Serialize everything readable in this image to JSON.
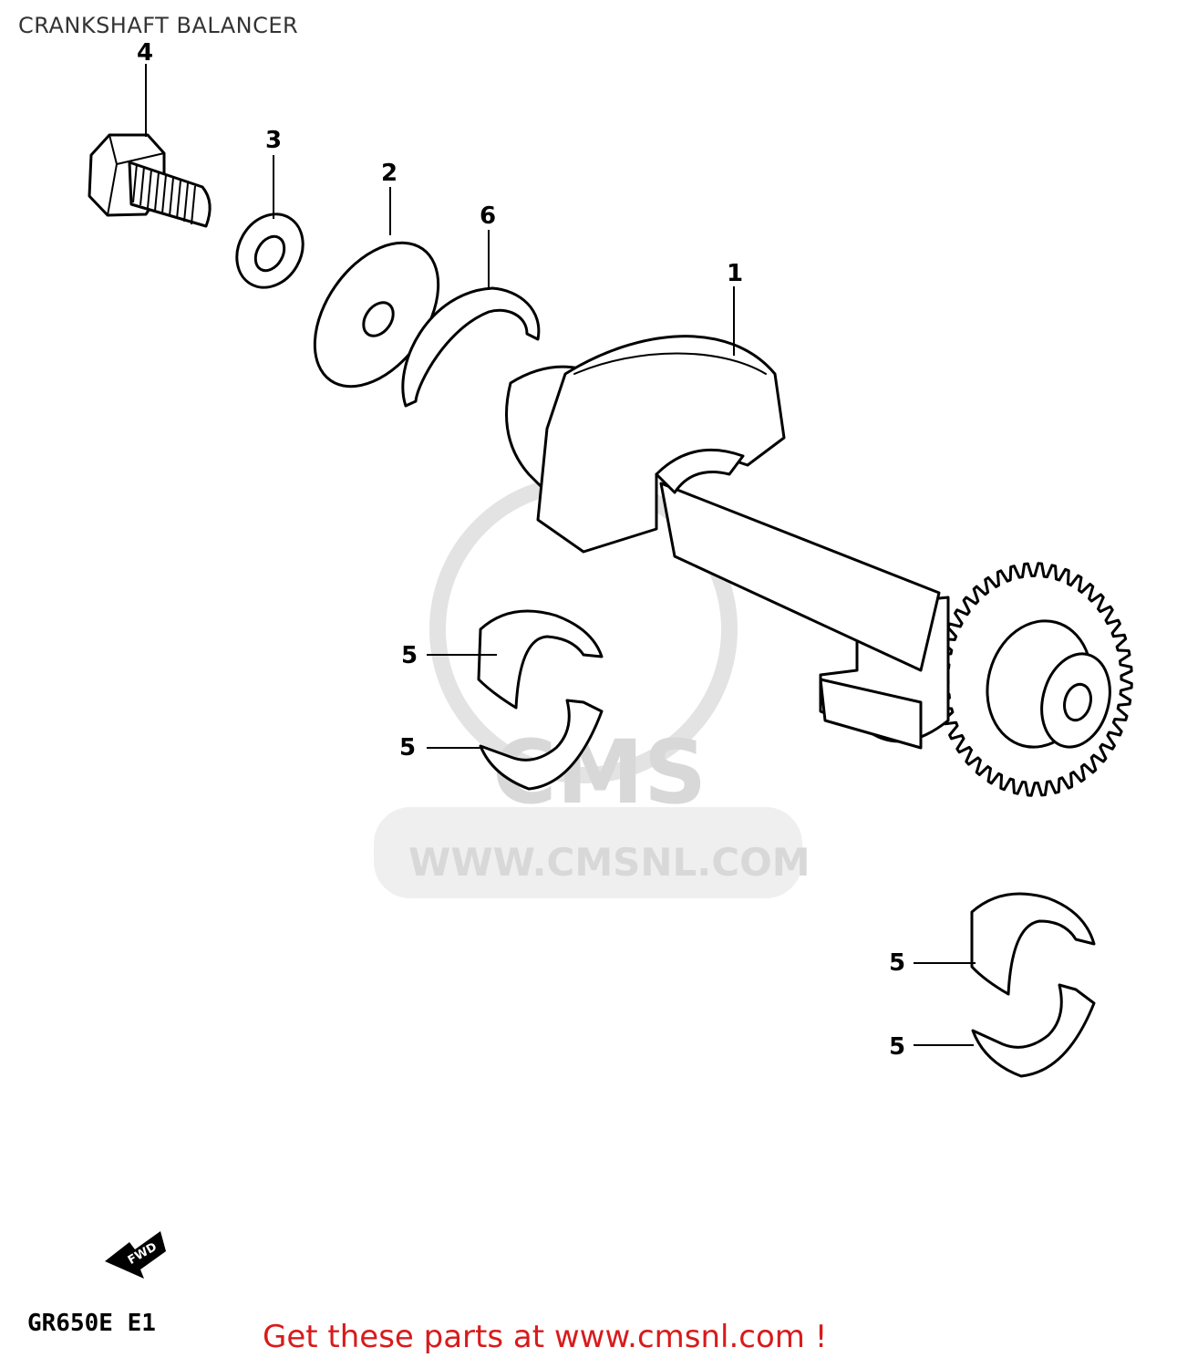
{
  "page": {
    "title": "CRANKSHAFT BALANCER",
    "model_code": "GR650E E1",
    "promo_link": "Get these parts at www.cmsnl.com !",
    "watermark_brand": "CMS",
    "watermark_url": "WWW.CMSNL.COM",
    "fwd_label": "FWD"
  },
  "callouts": [
    {
      "id": "callout-4",
      "label": "4"
    },
    {
      "id": "callout-3",
      "label": "3"
    },
    {
      "id": "callout-2",
      "label": "2"
    },
    {
      "id": "callout-6",
      "label": "6"
    },
    {
      "id": "callout-1",
      "label": "1"
    },
    {
      "id": "callout-5a",
      "label": "5"
    },
    {
      "id": "callout-5b",
      "label": "5"
    },
    {
      "id": "callout-5c",
      "label": "5"
    },
    {
      "id": "callout-5d",
      "label": "5"
    }
  ],
  "colors": {
    "line": "#000000",
    "watermark": "#d8d8d8",
    "promo": "#d81b1b",
    "title": "#333333"
  }
}
